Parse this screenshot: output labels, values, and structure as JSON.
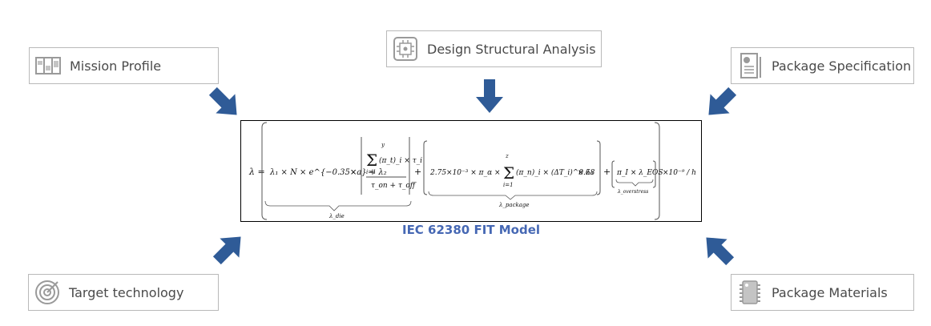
{
  "inputs": {
    "mission_profile": {
      "label": "Mission Profile",
      "icon": "map-icon"
    },
    "design_structural_analysis": {
      "label": "Design Structural Analysis",
      "icon": "chip-circuit-icon"
    },
    "package_specification": {
      "label": "Package Specification",
      "icon": "spec-document-icon"
    },
    "target_technology": {
      "label": "Target technology",
      "icon": "target-icon"
    },
    "package_materials": {
      "label": "Package Materials",
      "icon": "ic-package-icon"
    }
  },
  "model": {
    "caption": "IEC 62380 FIT Model",
    "formula": {
      "lhs": "λ =",
      "term1": "λ₁ × N × e^{−0.35×a} + λ₂",
      "sum_top": "y",
      "sum_bottom": "i=1",
      "sum_body": "(π_t)_i × τ_i",
      "denominator": "τ_on + τ_off",
      "label_die": "λ_die",
      "term2": "2.75×10⁻³ × π_α ×",
      "sum2_top": "z",
      "sum2_bottom": "i=1",
      "sum2_body": "(π_n)_i × (ΔT_i)^0.68",
      "term2_tail": "× λ₃",
      "label_package": "λ_package",
      "term3": "π_I × λ_EOS",
      "label_overstress": "λ_overstress",
      "units": "×10⁻⁹ / h"
    }
  },
  "colors": {
    "arrow": "#2f5b97",
    "caption": "#4668b4",
    "box_border": "#b9b9b9",
    "icon": "#9a9a9a"
  }
}
